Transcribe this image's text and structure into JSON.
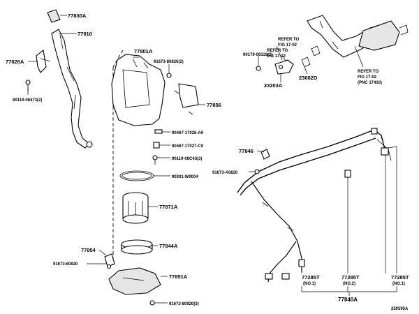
{
  "diagram_id": "250595A",
  "parts": {
    "p77830A": "77830A",
    "p77910": "77910",
    "p77826A": "77826A",
    "p90119_06473": "90119-06473(2)",
    "p77801A": "77801A",
    "p91673_80820_2": "91673-80820(2)",
    "p77856": "77856",
    "p90467_17026": "90467-17026-A0",
    "p90467_17027": "90467-17027-C0",
    "p90119_08C43": "90119-08C43(3)",
    "p90301": "90301-W0004",
    "p77871A": "77871A",
    "p77844A": "77844A",
    "p77854": "77854",
    "p91673_80820": "91673-80820",
    "p77851A": "77851A",
    "p91673_80820_3": "91673-80820(3)",
    "p90179": "90179-08119(2)",
    "p23203A": "23203A",
    "p23682D": "23682D",
    "p77846": "77846",
    "p91673_A0820": "91673-A0820",
    "p77285T_1": "77285T",
    "p77285T_2": "77285T",
    "p77285T_3": "77285T",
    "no1_a": "(NO.1)",
    "no2": "(NO.2)",
    "no1_b": "(NO.1)",
    "p77840A": "77840A"
  },
  "refs": {
    "ref1_line1": "REFER TO",
    "ref1_line2": "FIG 17-02",
    "ref2_line1": "REFER TO",
    "ref2_line2": "FIG 17-02",
    "ref3_line1": "REFER TO",
    "ref3_line2": "FIG 17-02",
    "ref3_line3": "(PNC 17410)"
  }
}
